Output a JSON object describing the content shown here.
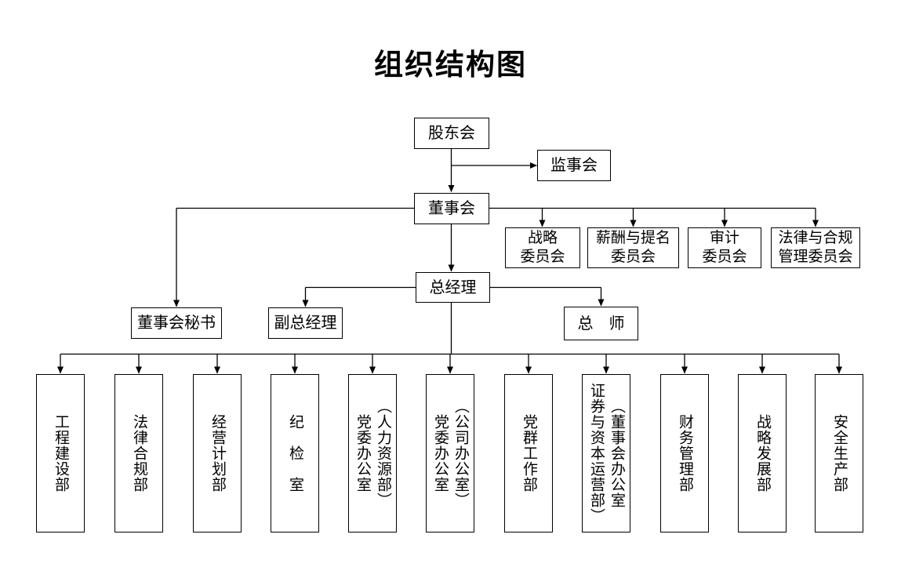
{
  "title": "组织结构图",
  "colors": {
    "background": "#ffffff",
    "line": "#000000",
    "text": "#000000"
  },
  "org": {
    "shareholders": {
      "label": "股东会"
    },
    "supervisory_board": {
      "label": "监事会"
    },
    "board_of_directors": {
      "label": "董事会"
    },
    "committees": [
      {
        "lines": [
          "战略",
          "委员会"
        ]
      },
      {
        "lines": [
          "薪酬与提名",
          "委员会"
        ]
      },
      {
        "lines": [
          "审计",
          "委员会"
        ]
      },
      {
        "lines": [
          "法律与合规",
          "管理委员会"
        ]
      }
    ],
    "general_manager": {
      "label": "总经理"
    },
    "board_secretary": {
      "label": "董事会秘书"
    },
    "deputy_general_manager": {
      "label": "副总经理"
    },
    "chief_engineer": {
      "label": "总　师"
    },
    "departments": [
      {
        "columns": [
          "工程建设部"
        ]
      },
      {
        "columns": [
          "法律合规部"
        ]
      },
      {
        "columns": [
          "经营计划部"
        ]
      },
      {
        "columns": [
          "纪　检　室"
        ]
      },
      {
        "columns": [
          "党委办公室",
          "（人力资源部）"
        ]
      },
      {
        "columns": [
          "党委办公室",
          "（公司办公室）"
        ]
      },
      {
        "columns": [
          "党群工作部"
        ]
      },
      {
        "columns": [
          "证券与资本运营部）",
          "（董事会办公室"
        ]
      },
      {
        "columns": [
          "财务管理部"
        ]
      },
      {
        "columns": [
          "战略发展部"
        ]
      },
      {
        "columns": [
          "安全生产部"
        ]
      }
    ]
  }
}
